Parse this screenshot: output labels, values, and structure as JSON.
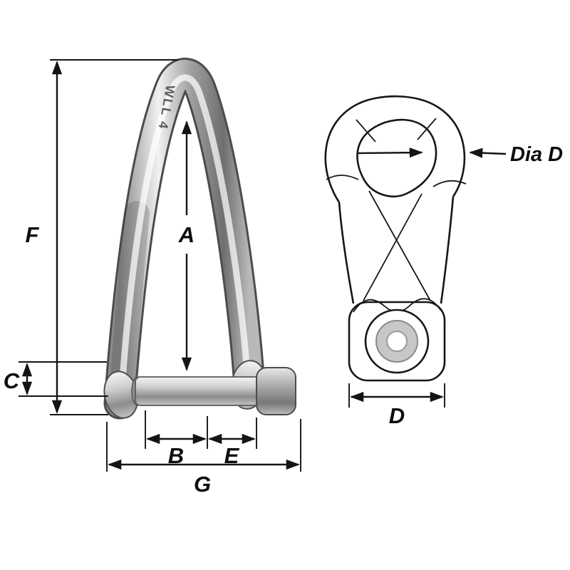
{
  "left_view": {
    "engraving": "WLL 4",
    "dimension_labels": {
      "F": "F",
      "C": "C",
      "A": "A",
      "B": "B",
      "E": "E",
      "G": "G"
    }
  },
  "right_view": {
    "dia_label": "Dia D",
    "d_label": "D"
  },
  "colors": {
    "line": "#141414",
    "metal_light": "#f1f1f1",
    "metal_mid": "#b9b9b9",
    "metal_dark": "#6f6f6f",
    "ring_fill": "#c7c7c7",
    "background": "#ffffff"
  }
}
